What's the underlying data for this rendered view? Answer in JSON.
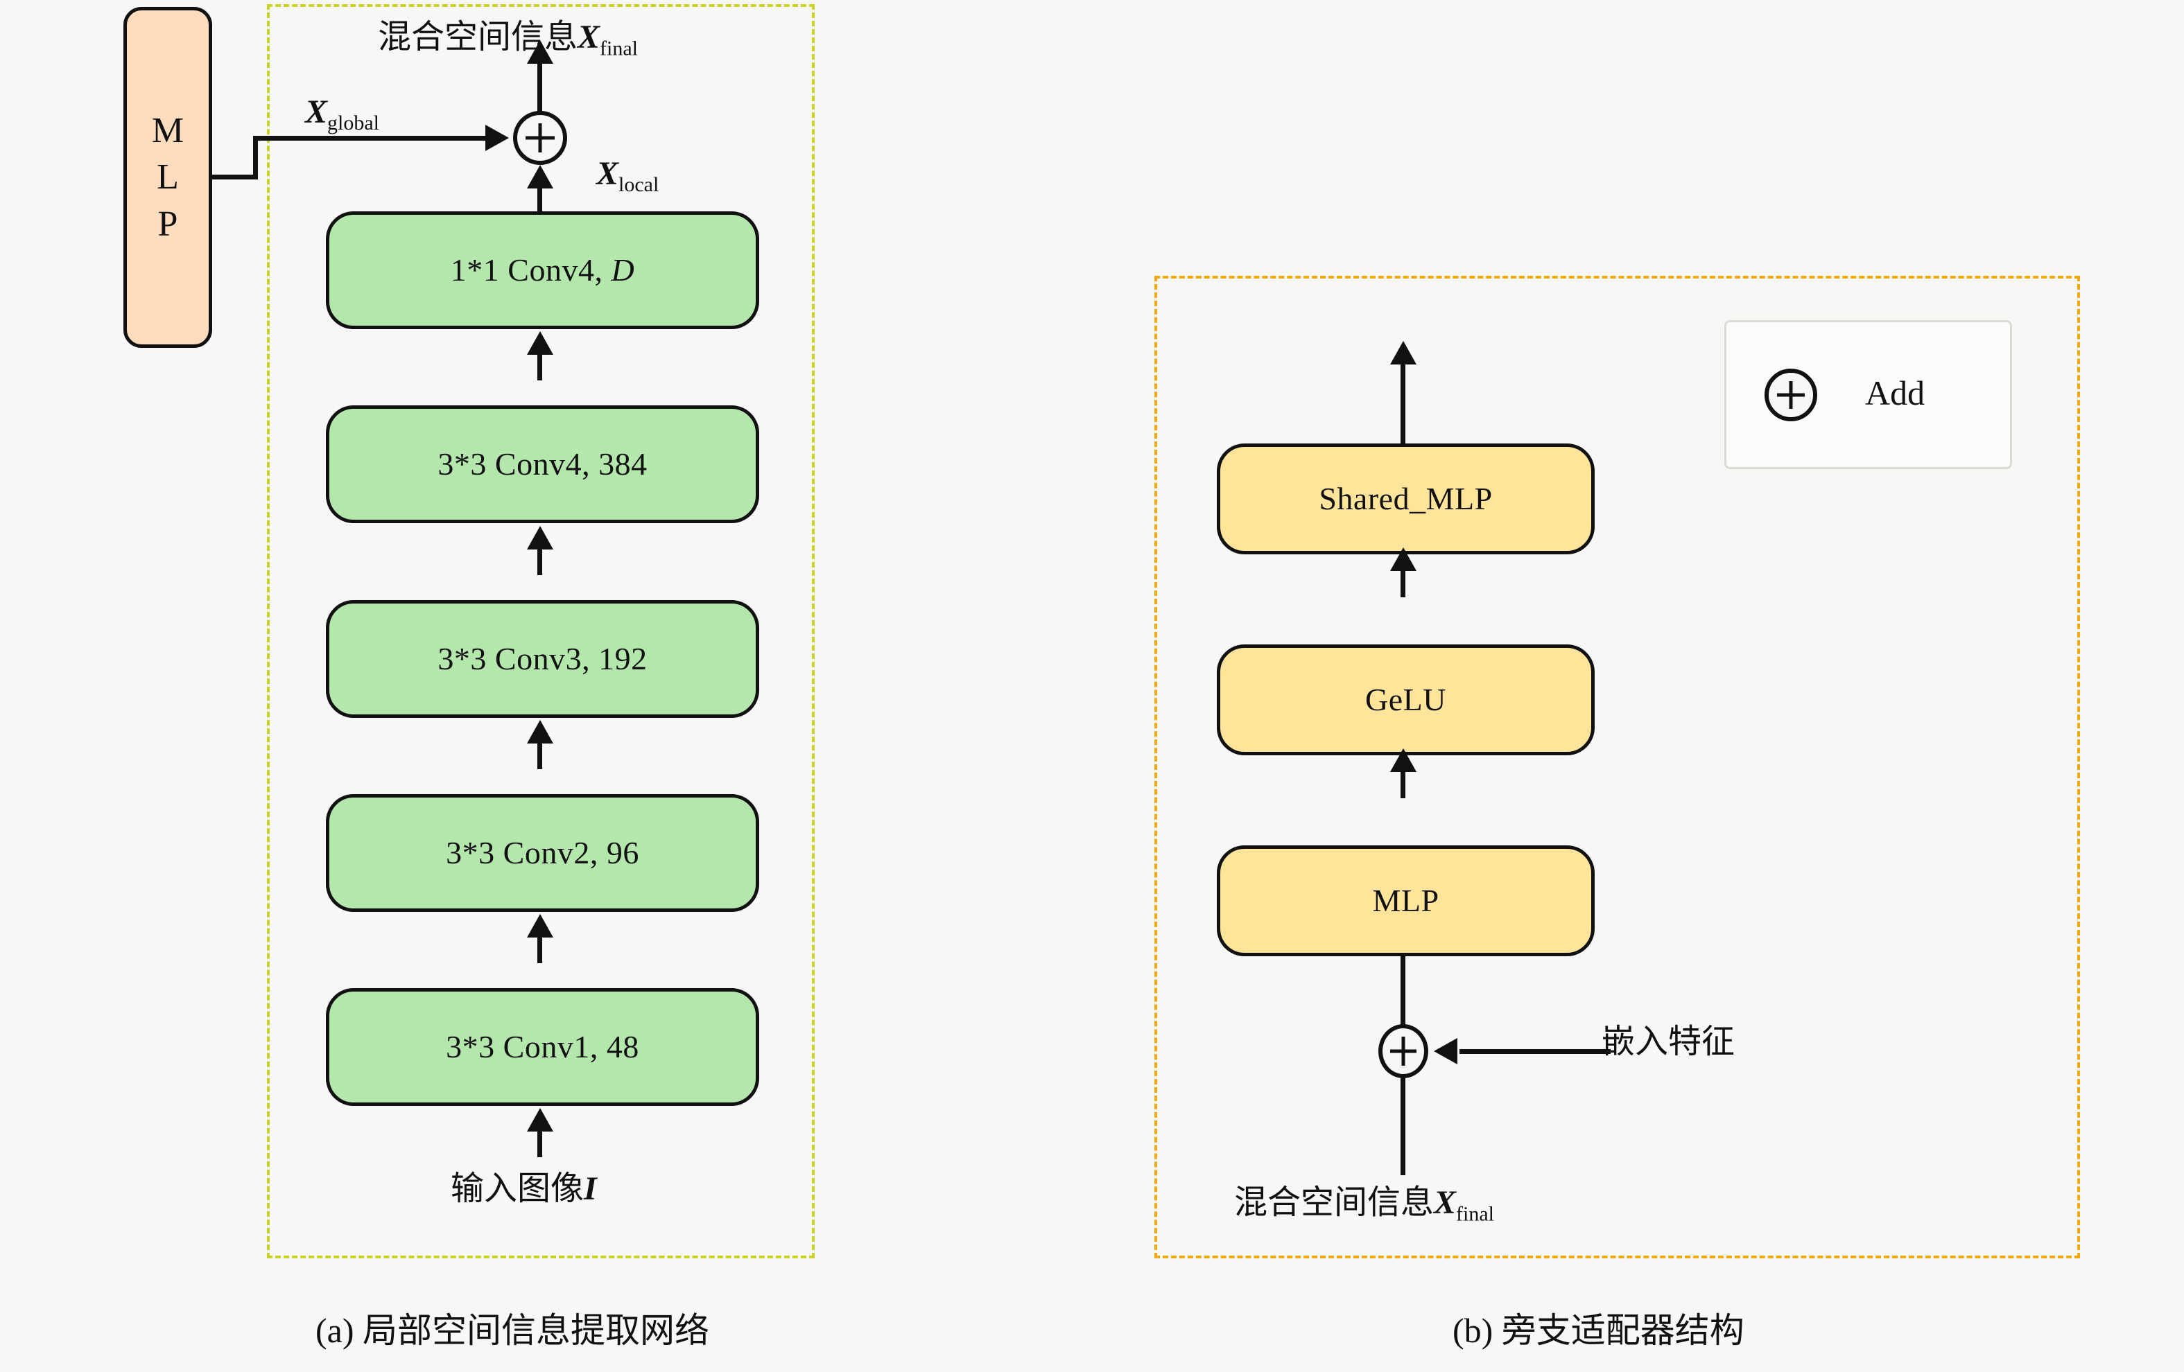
{
  "figure": {
    "panel_a": {
      "caption": "(a) 局部空间信息提取网络",
      "border_color": "#c9d321",
      "side_module": {
        "name": "MLP",
        "letters": [
          "M",
          "L",
          "P"
        ],
        "fill": "#fedcbe"
      },
      "output_label": "混合空间信息",
      "output_symbol": "X",
      "output_symbol_sub": "final",
      "global_label": "X",
      "global_label_sub": "global",
      "local_label": "X",
      "local_label_sub": "local",
      "input_label": "输入图像",
      "input_symbol": "I",
      "conv_stack": [
        {
          "id": "conv-d",
          "prefix": "1*1 Conv4,",
          "suffix": "D",
          "suffix_italic": true,
          "fill": "#b4e7ac"
        },
        {
          "id": "conv4",
          "prefix": "3*3 Conv4,",
          "suffix": "384",
          "suffix_italic": false,
          "fill": "#b4e7ac"
        },
        {
          "id": "conv3",
          "prefix": "3*3 Conv3,",
          "suffix": "192",
          "suffix_italic": false,
          "fill": "#b4e7ac"
        },
        {
          "id": "conv2",
          "prefix": "3*3 Conv2,",
          "suffix": "96",
          "suffix_italic": false,
          "fill": "#b4e7ac"
        },
        {
          "id": "conv1",
          "prefix": "3*3 Conv1,",
          "suffix": "48",
          "suffix_italic": false,
          "fill": "#b4e7ac"
        }
      ]
    },
    "panel_b": {
      "caption": "(b) 旁支适配器结构",
      "border_color": "#f0a80a",
      "stack": [
        {
          "id": "shared-mlp",
          "label": "Shared_MLP",
          "fill": "#ffe49a"
        },
        {
          "id": "gelu",
          "label": "GeLU",
          "fill": "#ffe49a"
        },
        {
          "id": "mlp-box",
          "label": "MLP",
          "fill": "#ffe49a"
        }
      ],
      "input_label": "混合空间信息",
      "input_symbol": "X",
      "input_symbol_sub": "final",
      "side_input_label": "嵌入特征",
      "legend": {
        "symbol": "+",
        "label": "Add"
      }
    }
  }
}
